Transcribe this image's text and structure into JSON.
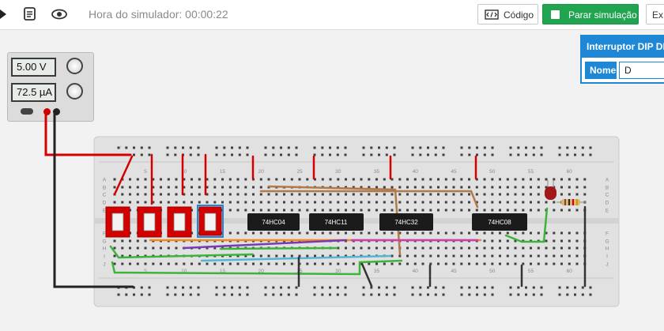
{
  "toolbar": {
    "sim_time_label": "Hora do simulador: 00:00:22",
    "code_label": "Código",
    "sim_label": "Parar simulação",
    "extra_label": "Ex"
  },
  "psu": {
    "voltage": "5.00 V",
    "current": "72.5 µA"
  },
  "panel": {
    "title": "Interruptor DIP DPST",
    "name_label": "Nome",
    "name_value": "D"
  },
  "chips": [
    {
      "label": "74HC04"
    },
    {
      "label": "74HC11"
    },
    {
      "label": "74HC32"
    },
    {
      "label": "74HC08"
    }
  ],
  "breadboard": {
    "column_numbers": [
      "5",
      "10",
      "15",
      "20",
      "25",
      "30",
      "35",
      "40",
      "45",
      "50",
      "55",
      "60"
    ],
    "row_letters": [
      "A",
      "B",
      "C",
      "D",
      "E",
      "F",
      "G",
      "H",
      "I",
      "J"
    ],
    "rail_marks": [
      "+",
      "-"
    ]
  },
  "colors": {
    "accent": "#1e88d6",
    "run_button": "#21a44f",
    "switch": "#d40000",
    "wire_red": "#d40000"
  },
  "icons": {
    "play": "play-icon",
    "notes": "notes-icon",
    "eye": "eye-icon",
    "code": "code-icon",
    "stop": "stop-icon"
  }
}
